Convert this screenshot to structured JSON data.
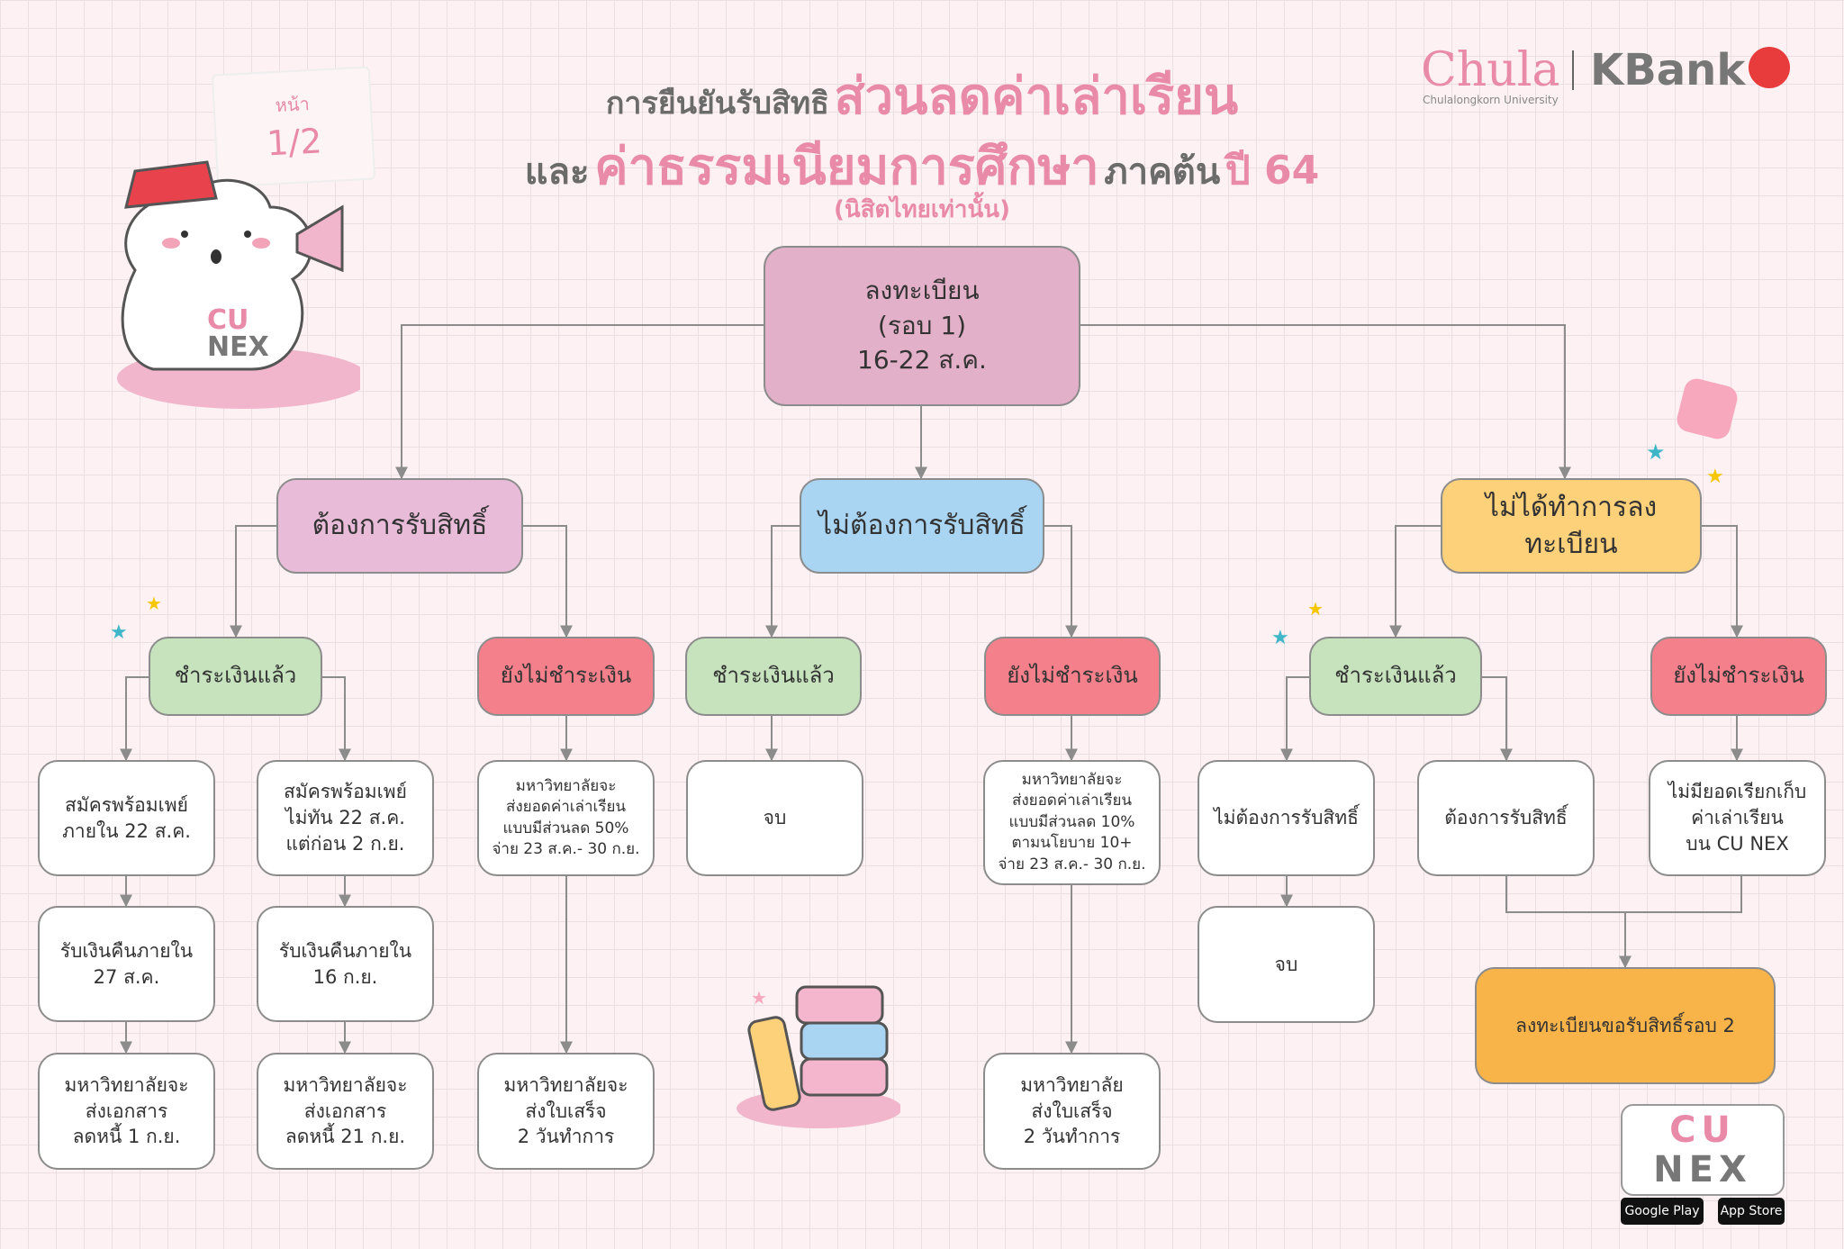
{
  "header": {
    "title_prefix": "การยืนยันรับสิทธิ",
    "title_highlight1": "ส่วนลดค่าเล่าเรียน",
    "title_and": "และ",
    "title_highlight2": "ค่าธรรมเนียมการศึกษา",
    "title_term": "ภาคต้น",
    "title_year": "ปี 64",
    "subtitle": "(นิสิตไทยเท่านั้น)"
  },
  "badge": {
    "label": "หน้า",
    "page": "1/2"
  },
  "logos": {
    "chula": "Chula",
    "chula_sub": "Chulalongkorn University",
    "kbank": "KBank",
    "mascot_cu": "CU",
    "mascot_nex": "NEX",
    "app_cu": "CU",
    "app_nex": "NEX",
    "google_play": "Google Play",
    "app_store": "App Store"
  },
  "flow": {
    "root": "ลงทะเบียน\n(รอบ 1)\n16-22 ส.ค.",
    "want": {
      "label": "ต้องการรับสิทธิ์",
      "paid": "ชำระเงินแล้ว",
      "unpaid": "ยังไม่ชำระเงิน",
      "paid_a1": "สมัครพร้อมเพย์\nภายใน 22 ส.ค.",
      "paid_a2": "รับเงินคืนภายใน\n27 ส.ค.",
      "paid_a3": "มหาวิทยาลัยจะ\nส่งเอกสาร\nลดหนี้ 1 ก.ย.",
      "paid_b1": "สมัครพร้อมเพย์\nไม่ทัน 22 ส.ค.\nแต่ก่อน 2 ก.ย.",
      "paid_b2": "รับเงินคืนภายใน\n16 ก.ย.",
      "paid_b3": "มหาวิทยาลัยจะ\nส่งเอกสาร\nลดหนี้ 21 ก.ย.",
      "unpaid_1": "มหาวิทยาลัยจะ\nส่งยอดค่าเล่าเรียน\nแบบมีส่วนลด 50%\nจ่าย 23 ส.ค.- 30 ก.ย.",
      "unpaid_2": "มหาวิทยาลัยจะ\nส่งใบเสร็จ\n2 วันทำการ"
    },
    "not_want": {
      "label": "ไม่ต้องการรับสิทธิ์",
      "paid": "ชำระเงินแล้ว",
      "unpaid": "ยังไม่ชำระเงิน",
      "paid_end": "จบ",
      "unpaid_1": "มหาวิทยาลัยจะ\nส่งยอดค่าเล่าเรียน\nแบบมีส่วนลด 10%\nตามนโยบาย 10+\nจ่าย 23 ส.ค.- 30 ก.ย.",
      "unpaid_2": "มหาวิทยาลัย\nส่งใบเสร็จ\n2 วันทำการ"
    },
    "not_registered": {
      "label": "ไม่ได้ทำการลงทะเบียน",
      "paid": "ชำระเงินแล้ว",
      "unpaid": "ยังไม่ชำระเงิน",
      "paid_no": "ไม่ต้องการรับสิทธิ์",
      "paid_no_end": "จบ",
      "paid_yes": "ต้องการรับสิทธิ์",
      "unpaid_1": "ไม่มียอดเรียกเก็บ\nค่าเล่าเรียน\nบน CU NEX",
      "round2": "ลงทะเบียนขอรับสิทธิ์รอบ 2"
    }
  },
  "colors": {
    "pink_accent": "#e88aa8",
    "root": "#e3b0c9",
    "want": "#e8bcd9",
    "not_want": "#a9d4f2",
    "not_registered": "#fdd07a",
    "paid": "#c6e3bd",
    "unpaid": "#f3808b",
    "round2": "#f8b449"
  }
}
